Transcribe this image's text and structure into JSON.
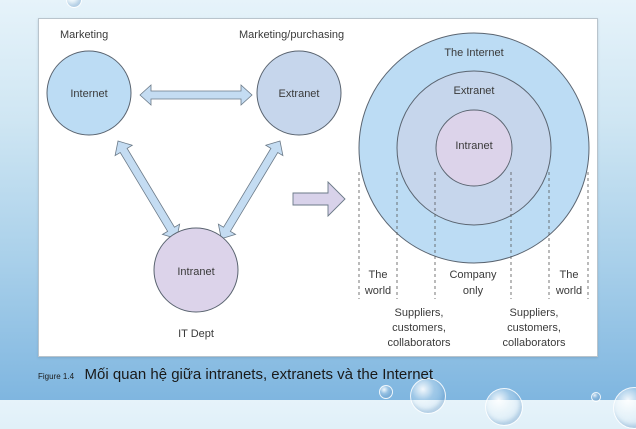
{
  "left_diagram": {
    "labels": {
      "marketing": "Marketing",
      "marketing_purchasing": "Marketing/purchasing",
      "it_dept": "IT Dept"
    },
    "nodes": {
      "internet": "Internet",
      "extranet": "Extranet",
      "intranet": "Intranet"
    }
  },
  "right_diagram": {
    "rings": {
      "internet": "The Internet",
      "extranet": "Extranet",
      "intranet": "Intranet"
    },
    "zones": {
      "world_left_1": "The",
      "world_left_2": "world",
      "company_1": "Company",
      "company_2": "only",
      "world_right_1": "The",
      "world_right_2": "world",
      "suppliers_left_1": "Suppliers,",
      "suppliers_left_2": "customers,",
      "suppliers_left_3": "collaborators",
      "suppliers_right_1": "Suppliers,",
      "suppliers_right_2": "customers,",
      "suppliers_right_3": "collaborators"
    }
  },
  "caption": {
    "figure_number": "Figure 1.4",
    "text": "Mối quan hệ giữa intranets, extranets và the Internet"
  },
  "colors": {
    "internet_fill": "#bcdcf4",
    "extranet_fill": "#c6d6ec",
    "intranet_fill": "#dcd3ea",
    "arrow_fill": "#c4dcf2",
    "big_arrow_fill": "#d8d2ea",
    "stroke": "#5a6470"
  }
}
